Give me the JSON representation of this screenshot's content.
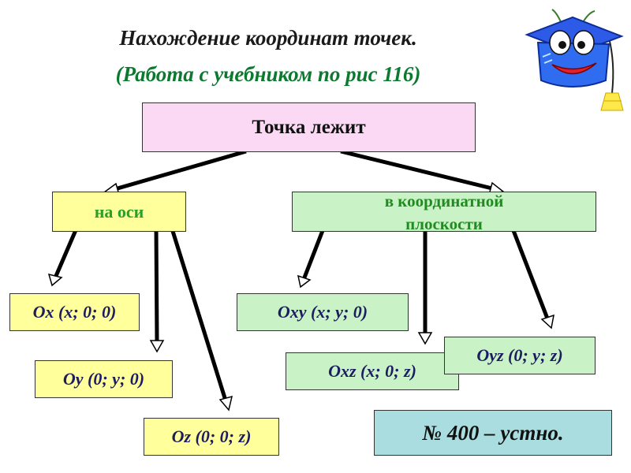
{
  "title": {
    "line1": "Нахождение координат точек.",
    "line2": "(Работа с учебником по рис 116)"
  },
  "diagram": {
    "root": "Точка лежит",
    "branches": {
      "axis": {
        "label": "на оси",
        "leaves": [
          "Ox (x; 0; 0)",
          "Oy (0; y; 0)",
          "Oz (0; 0; z)"
        ]
      },
      "plane": {
        "label_line1": "в координатной",
        "label_line2": "плоскости",
        "leaves": [
          "Oxy (x; y; 0)",
          "Oxz (x; 0; z)",
          "Oyz (0; y; z)"
        ]
      }
    }
  },
  "task": "№ 400 – устно.",
  "icons": {
    "mascot": "graduation-cap-mascot-icon"
  },
  "colors": {
    "root_fill": "#fbd9f5",
    "axis_fill": "#ffff9c",
    "plane_fill": "#c9f3c6",
    "task_fill": "#a9dde0",
    "title_line2": "#0b7a2e"
  }
}
